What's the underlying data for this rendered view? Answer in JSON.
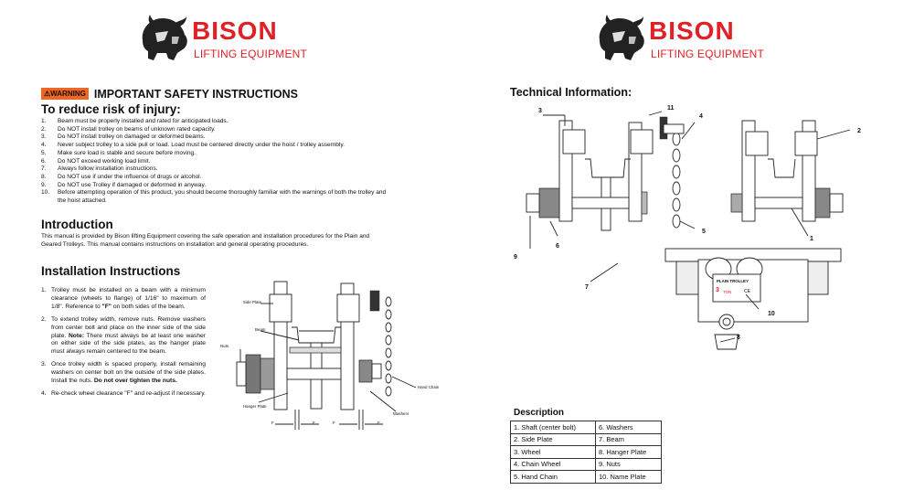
{
  "brand": {
    "name": "BISON",
    "subtitle": "LIFTING EQUIPMENT",
    "color": "#e01f26"
  },
  "left": {
    "warning_badge": "⚠WARNING",
    "safety_title": "IMPORTANT SAFETY INSTRUCTIONS",
    "risk_title": "To reduce risk of injury:",
    "risk_items": [
      {
        "num": "1.",
        "text": "Beam must be properly installed and rated for anticipated loads."
      },
      {
        "num": "2.",
        "text": "Do NOT install trolley on beams of unknown rated capacity."
      },
      {
        "num": "3.",
        "text": "Do NOT install trolley on damaged or deformed beams."
      },
      {
        "num": "4.",
        "text": "Never subject trolley to a side pull or load. Load must be centered directly under the hoist / trolley assembly."
      },
      {
        "num": "5.",
        "text": "Make sure load is stable and secure before moving."
      },
      {
        "num": "6.",
        "text": "Do NOT exceed working load limit."
      },
      {
        "num": "7.",
        "text": "Always follow installation instructions."
      },
      {
        "num": "8.",
        "text": "Do NOT use if under the influence of drugs or alcohol."
      },
      {
        "num": "9.",
        "text": "Do NOT use Trolley if damaged or deformed in anyway."
      },
      {
        "num": "10.",
        "text": "Before attempting operation of this product, you should become thoroughly familiar with the warnings of both the trolley and the hoist attached."
      }
    ],
    "intro_title": "Introduction",
    "intro_text": "This manual is provided by Bison lifting Equipment covering the safe operation and installation procedures for the Plain and Geared Trolleys. This manual contains instructions on installation and general operating procedures.",
    "install_title": "Installation Instructions",
    "install_items": [
      {
        "num": "1.",
        "text_a": "Trolley must be installed on a beam with a minimum clearance (wheels to flange) of 1/16\" to maximum of 1/8\". Reference to ",
        "bold": "\"F\"",
        "text_b": " on both sides of the beam."
      },
      {
        "num": "2.",
        "text_a": "To extend trolley width, remove nuts. Remove washers from center bolt and place on the inner side of the side plate. ",
        "bold": "Note:",
        "text_b": " There must always be at least one washer on either side of the side plates, as the hanger plate must always remain centered to the beam."
      },
      {
        "num": "3.",
        "text_a": "Once trolley width is spaced properly, install remaining washers on center bolt on the outside of the side plates. Install the nuts. ",
        "bold": "Do not over tighten the nuts.",
        "text_b": ""
      },
      {
        "num": "4.",
        "text_a": "Re-check wheel clearance \"F\" and re-adjust if necessary.",
        "bold": "",
        "text_b": ""
      }
    ],
    "diagram_labels": {
      "side_plate": "Side Plate",
      "beam": "Beam",
      "nuts": "Nuts",
      "hand_chain": "Hand Chain",
      "hanger_plate": "Hanger Plate",
      "washers": "Washers",
      "f": "F"
    }
  },
  "right": {
    "tech_title": "Technical Information:",
    "callouts": [
      "1",
      "2",
      "3",
      "4",
      "5",
      "6",
      "7",
      "8",
      "9",
      "10",
      "11"
    ],
    "name_plate": {
      "title": "PLAIN TROLLEY",
      "capacity": "3",
      "unit": "TON",
      "mark": "CE"
    },
    "desc_title": "Description",
    "desc_rows": [
      [
        "1. Shaft (center bolt)",
        "6. Washers"
      ],
      [
        "2. Side Plate",
        "7. Beam"
      ],
      [
        "3. Wheel",
        "8. Hanger Plate"
      ],
      [
        "4. Chain Wheel",
        "9. Nuts"
      ],
      [
        "5. Hand Chain",
        "10. Name Plate"
      ]
    ]
  },
  "icons": [
    "bison-logo-icon",
    "warning-triangle-icon"
  ]
}
